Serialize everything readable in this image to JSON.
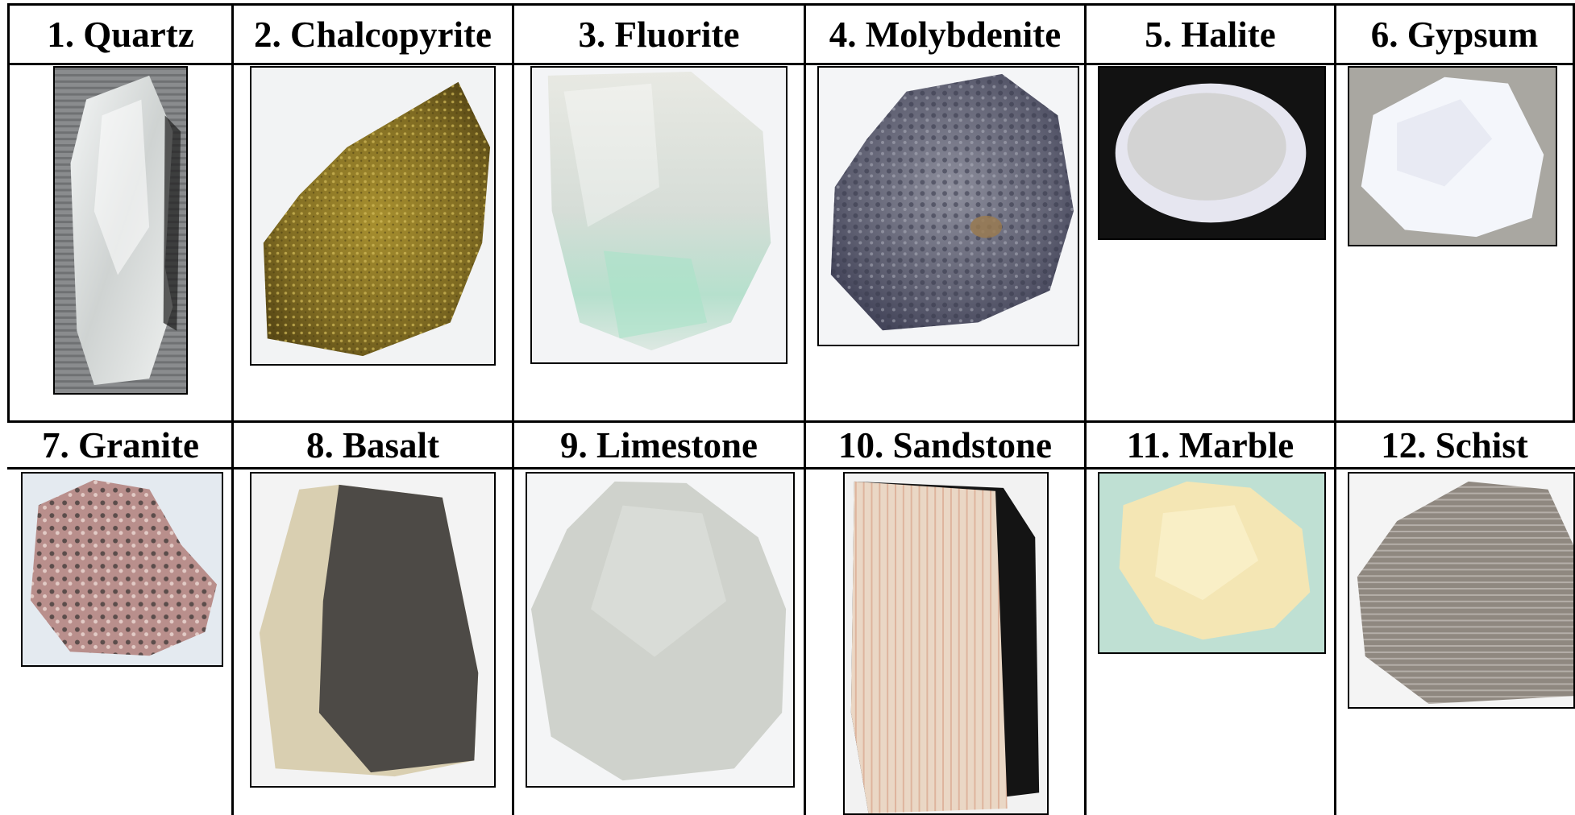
{
  "row1": [
    {
      "label": "1. Quartz"
    },
    {
      "label": "2. Chalcopyrite"
    },
    {
      "label": "3. Fluorite"
    },
    {
      "label": "4. Molybdenite"
    },
    {
      "label": "5. Halite"
    },
    {
      "label": "6. Gypsum"
    }
  ],
  "row2": [
    {
      "label": "7. Granite"
    },
    {
      "label": "8. Basalt"
    },
    {
      "label": "9. Limestone"
    },
    {
      "label": "10. Sandstone"
    },
    {
      "label": "11. Marble"
    },
    {
      "label": "12. Schist"
    }
  ]
}
